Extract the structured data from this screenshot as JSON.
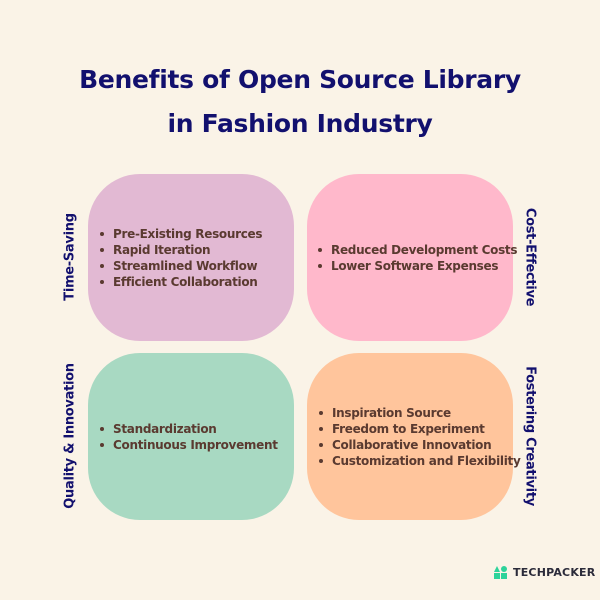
{
  "title": {
    "line1": "Benefits of Open Source Library",
    "line2": "in Fashion Industry"
  },
  "quadrants": [
    {
      "label": "Time-Saving",
      "color": "#e2b9d3",
      "items": [
        "Pre-Existing Resources",
        "Rapid Iteration",
        "Streamlined Workflow",
        "Efficient Collaboration"
      ]
    },
    {
      "label": "Cost-Effective",
      "color": "#ffb8cb",
      "items": [
        "Reduced Development Costs",
        "Lower Software Expenses"
      ]
    },
    {
      "label": "Quality & Innovation",
      "color": "#a8d9c2",
      "items": [
        "Standardization",
        "Continuous Improvement"
      ]
    },
    {
      "label": "Fostering Creativity",
      "color": "#ffc59c",
      "items": [
        "Inspiration Source",
        "Freedom to Experiment",
        "Collaborative Innovation",
        "Customization and Flexibility"
      ]
    }
  ],
  "brand": {
    "name": "TECHPACKER",
    "icon": "techpacker-logo-icon",
    "color": "#2dd39a"
  },
  "colors": {
    "background": "#faf3e7",
    "title": "#12106e",
    "text": "#5a3a30"
  }
}
